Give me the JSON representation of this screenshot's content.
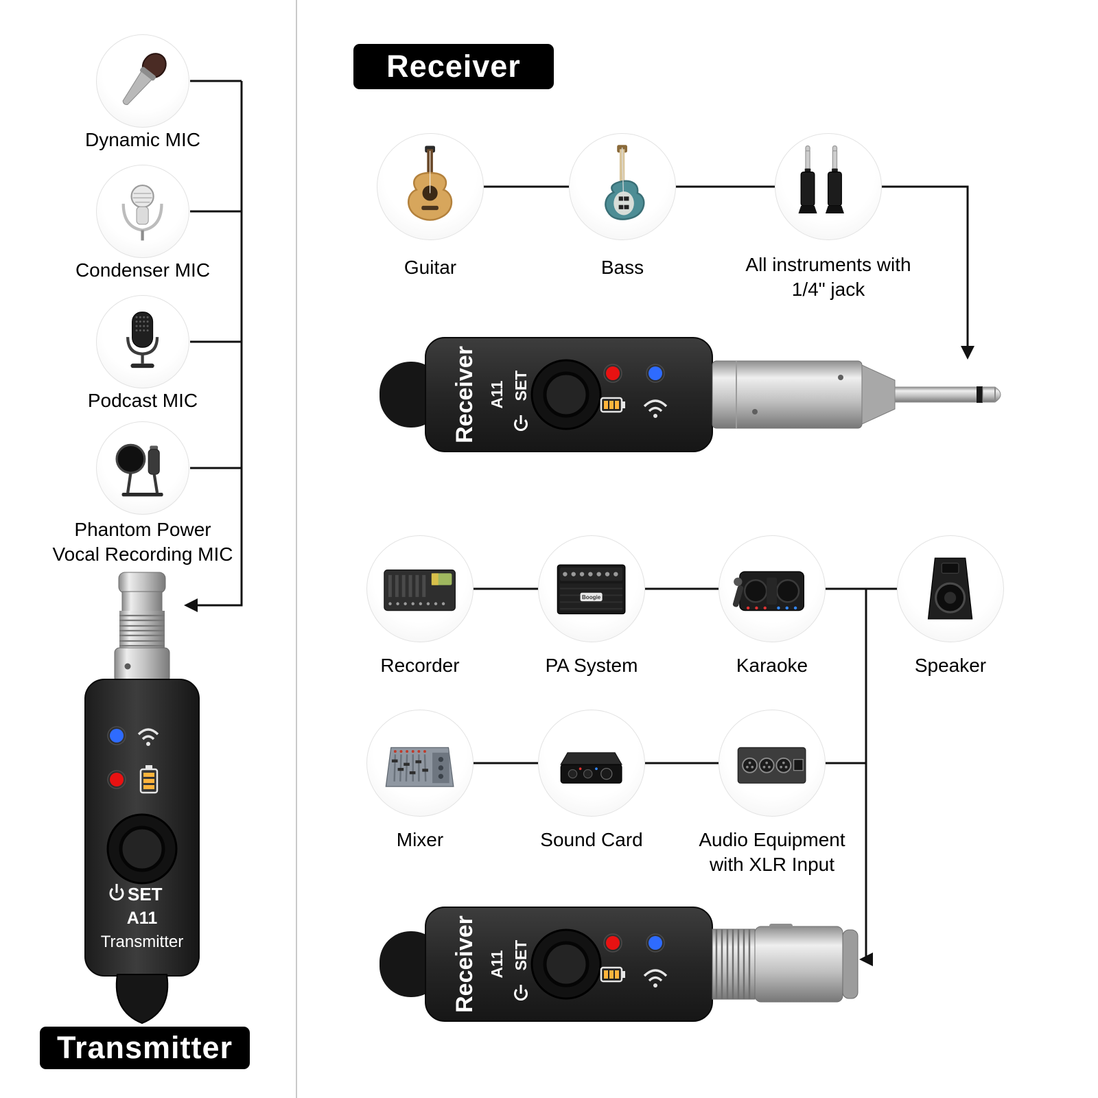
{
  "left": {
    "pill": "Transmitter",
    "mics": [
      {
        "label_lines": [
          "Dynamic MIC"
        ]
      },
      {
        "label_lines": [
          "Condenser MIC"
        ]
      },
      {
        "label_lines": [
          "Podcast MIC"
        ]
      },
      {
        "label_lines": [
          "Phantom Power",
          "Vocal Recording MIC"
        ]
      }
    ],
    "device": {
      "set_label": "SET",
      "model": "A11",
      "name": "Transmitter"
    }
  },
  "right": {
    "pill": "Receiver",
    "instruments": [
      {
        "label_lines": [
          "Guitar"
        ]
      },
      {
        "label_lines": [
          "Bass"
        ]
      },
      {
        "label_lines": [
          "All instruments with",
          "1/4\" jack"
        ]
      }
    ],
    "equipment": [
      {
        "label_lines": [
          "Recorder"
        ]
      },
      {
        "label_lines": [
          "PA System"
        ],
        "badge": "Boogie"
      },
      {
        "label_lines": [
          "Karaoke"
        ]
      },
      {
        "label_lines": [
          "Speaker"
        ]
      },
      {
        "label_lines": [
          "Mixer"
        ]
      },
      {
        "label_lines": [
          "Sound Card"
        ]
      },
      {
        "label_lines": [
          "Audio Equipment",
          "with XLR Input"
        ]
      }
    ],
    "device": {
      "set_label": "SET",
      "model": "A11",
      "name": "Receiver"
    }
  },
  "colors": {
    "led_red": "#e81212",
    "led_blue": "#2e6bff",
    "wire": "#111111"
  }
}
